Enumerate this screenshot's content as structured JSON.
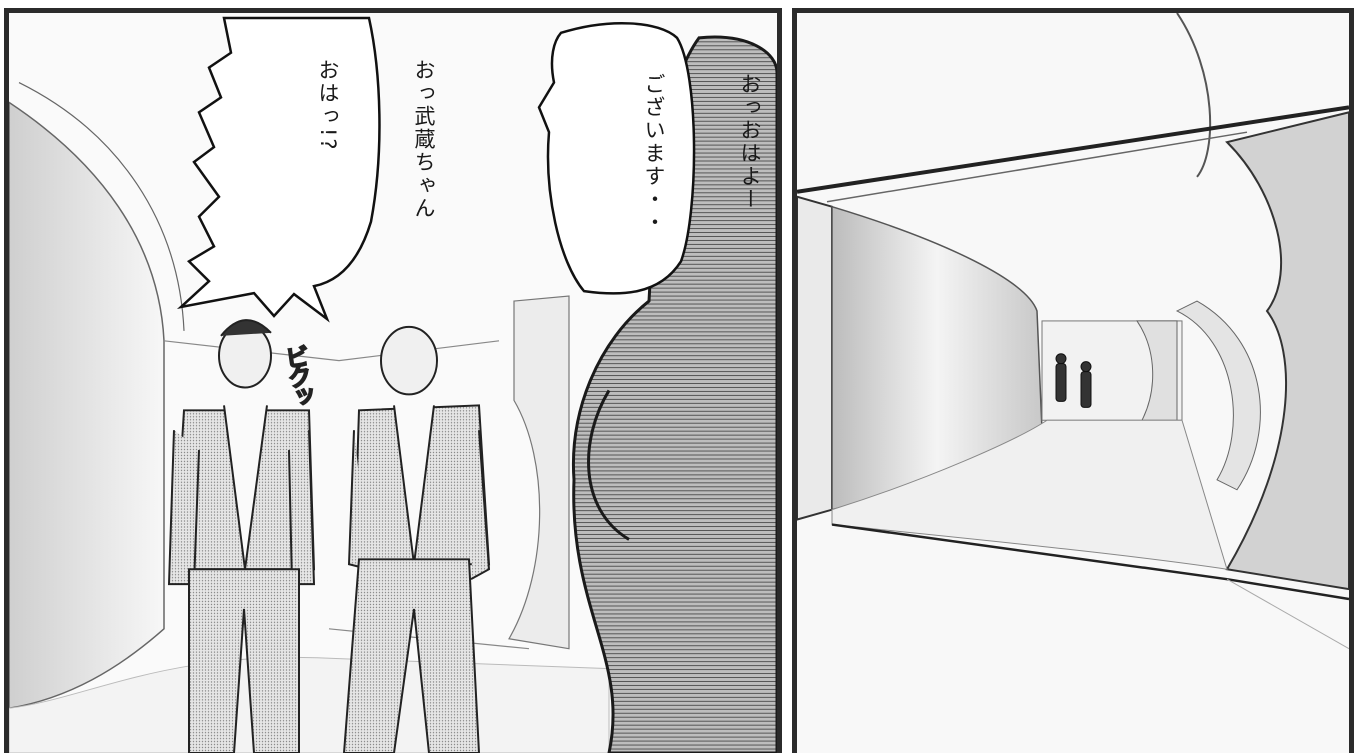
{
  "panels": {
    "left": {
      "speech_bubble_left": {
        "lines": [
          "おっ武蔵ちゃん",
          "おはっ!?"
        ]
      },
      "speech_bubble_right": {
        "lines": [
          "おっおはよー",
          "ございます・・"
        ]
      },
      "sound_effect": "ビクッ"
    }
  },
  "colors": {
    "ink": "#2b2b2b",
    "paper": "#fafafa",
    "screentone": "#9a9a9a"
  }
}
